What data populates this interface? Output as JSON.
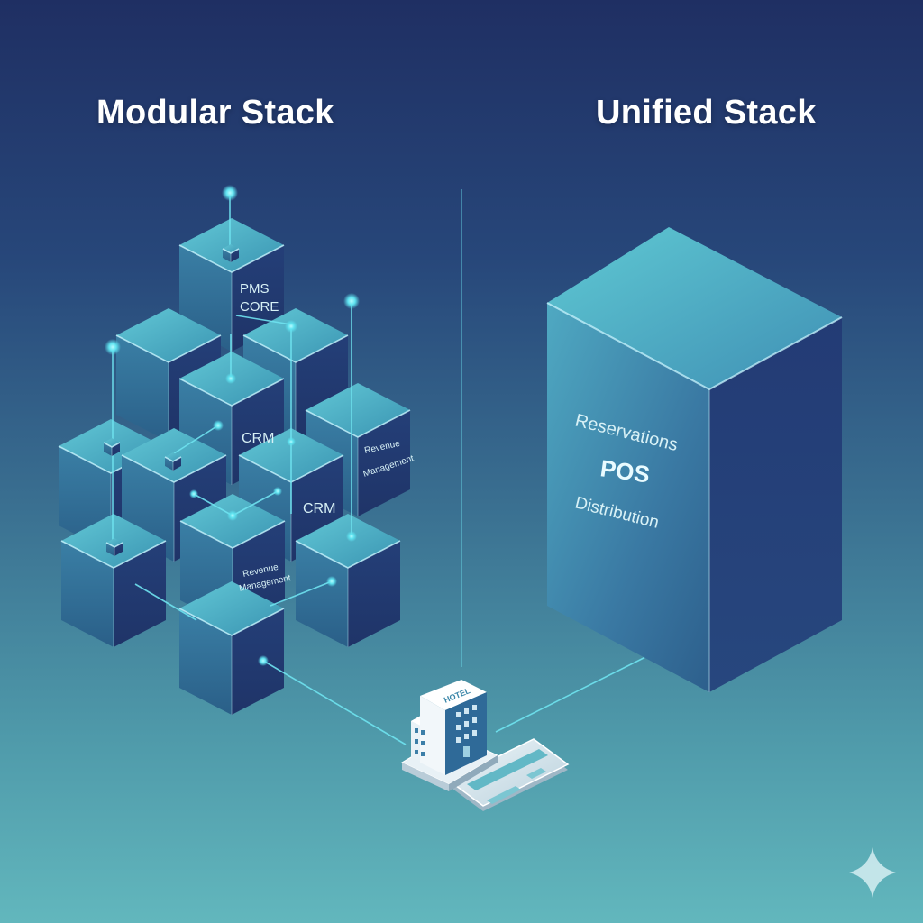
{
  "titles": {
    "modular": "Modular Stack",
    "unified": "Unified Stack"
  },
  "modular_labels": {
    "pms_core_1": "PMS",
    "pms_core_2": "CORE",
    "crm_top": "CRM",
    "revenue_right_1": "Revenue",
    "revenue_right_2": "Management",
    "crm_mid": "CRM",
    "revenue_lower_1": "Revenue",
    "revenue_lower_2": "Management"
  },
  "unified_labels": {
    "reservations": "Reservations",
    "pos": "POS",
    "distribution": "Distribution"
  },
  "hotel": {
    "sign": "HOTEL"
  },
  "colors": {
    "background_top": "#1f2f63",
    "background_bottom": "#62b7bd",
    "cube_top": "#4fb4c6",
    "cube_left": "#2d6a92",
    "cube_right": "#233e72",
    "connector": "#6fe3f0"
  },
  "icons": {
    "watermark": "sparkle-icon",
    "hotel": "hotel-building-icon",
    "card": "credit-card-icon"
  }
}
